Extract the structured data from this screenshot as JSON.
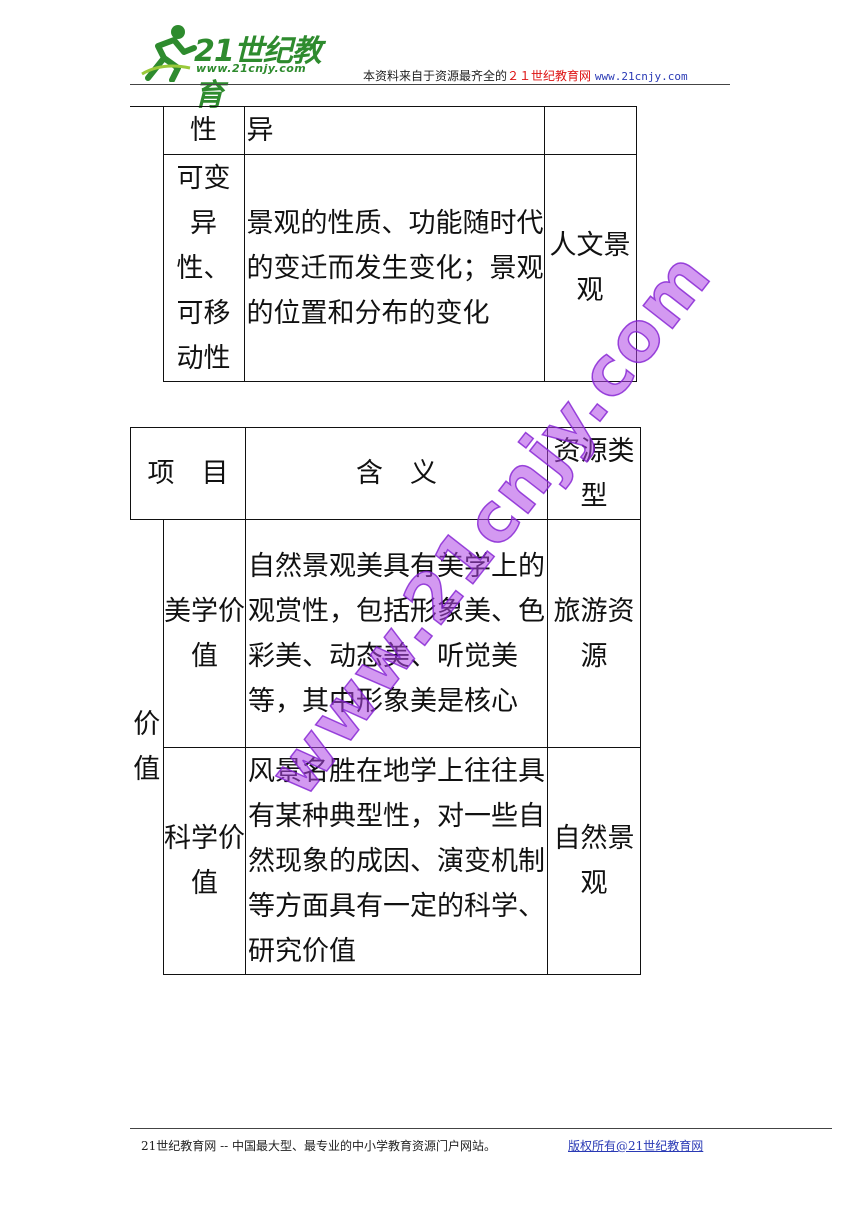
{
  "header": {
    "logo_text": "21世纪教育",
    "logo_url": "www.21cnjy.com",
    "tagline_prefix": "本资料来自于资源最齐全的",
    "tagline_brand": "２１世纪教育网",
    "tagline_url": "www.21cnjy.com",
    "accent_color": "#2e8b2e"
  },
  "table1": {
    "row1": {
      "attr": "性",
      "meaning": "异",
      "type": ""
    },
    "row2": {
      "attr": "可变异性、可移动性",
      "meaning": "景观的性质、功能随时代的变迁而发生变化；景观的位置和分布的变化",
      "type": "人文景观"
    }
  },
  "table2": {
    "headers": {
      "item": "项　目",
      "meaning": "含　义",
      "type": "资源类型"
    },
    "group_label": "价值",
    "rows": [
      {
        "name": "美学价值",
        "meaning": "自然景观美具有美学上的观赏性，包括形象美、色彩美、动态美、听觉美等，其中形象美是核心",
        "type": "旅游资源"
      },
      {
        "name": "科学价值",
        "meaning": "风景名胜在地学上往往具有某种典型性，对一些自然现象的成因、演变机制等方面具有一定的科学、研究价值",
        "type": "自然景观"
      }
    ]
  },
  "watermark": {
    "text": "www.21cnjy.com",
    "color": "#af46e6"
  },
  "footer": {
    "text": "21世纪教育网 -- 中国最大型、最专业的中小学教育资源门户网站。",
    "link": "版权所有@21世纪教育网"
  }
}
